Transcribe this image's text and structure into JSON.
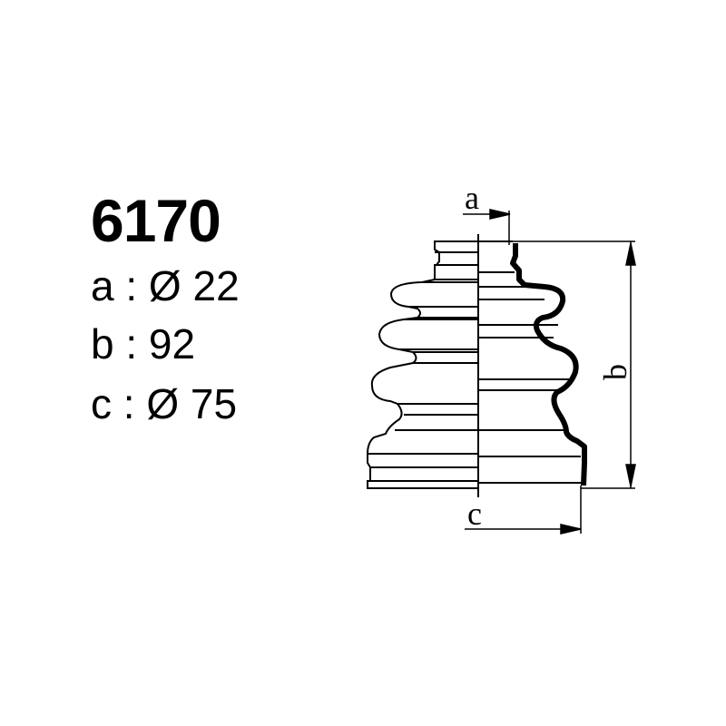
{
  "product": {
    "part_number": "6170",
    "specs": [
      {
        "key": "a",
        "separator": ":",
        "symbol": "Ø",
        "value": "22",
        "text": "a : Ø 22"
      },
      {
        "key": "b",
        "separator": ":",
        "symbol": "",
        "value": "92",
        "text": "b : 92"
      },
      {
        "key": "c",
        "separator": ":",
        "symbol": "Ø",
        "value": "75",
        "text": "c : Ø 75"
      }
    ]
  },
  "drawing": {
    "labels": {
      "a": "a",
      "b": "b",
      "c": "c"
    },
    "stroke_color": "#000000",
    "background": "#ffffff"
  }
}
